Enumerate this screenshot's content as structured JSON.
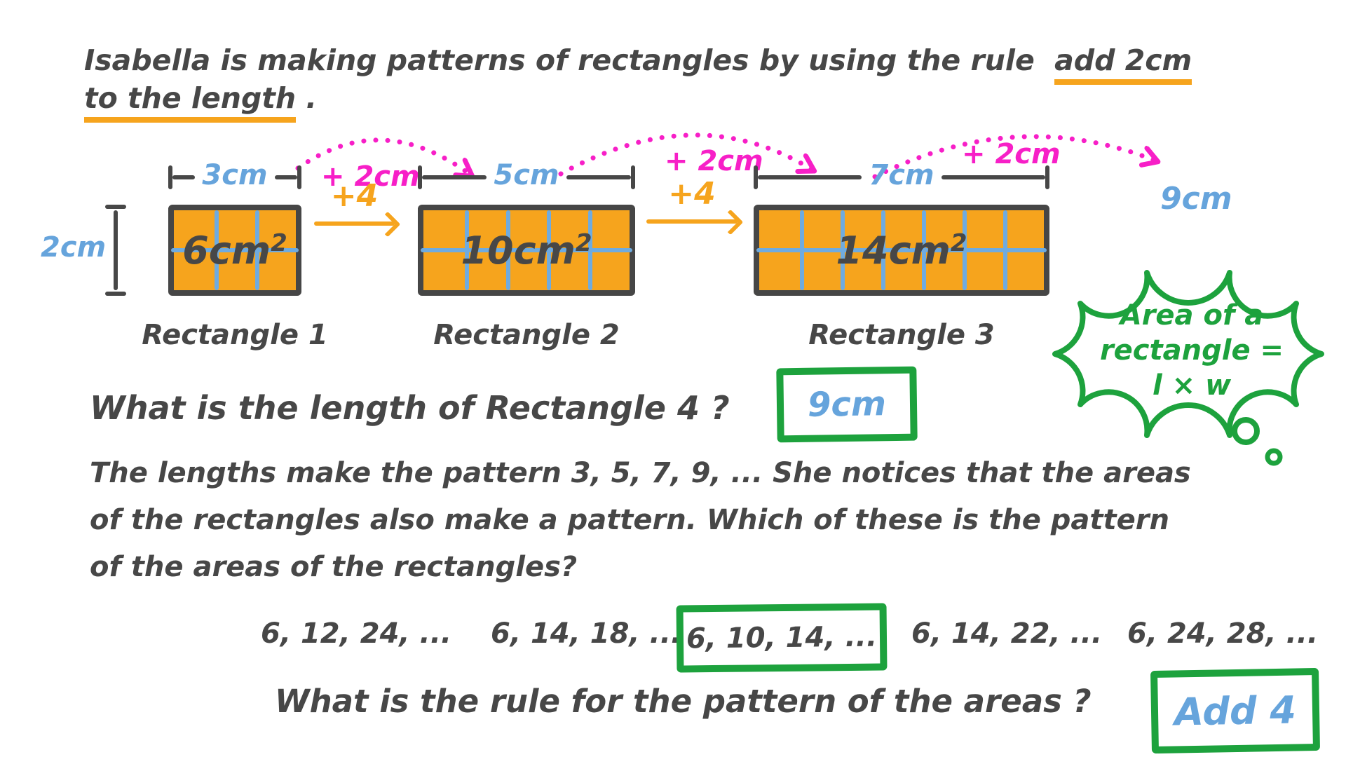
{
  "colors": {
    "ink": "#474747",
    "blue": "#66a4dc",
    "orange": "#f6a41d",
    "magenta": "#f71fc7",
    "green": "#1da23d"
  },
  "intro": {
    "line1_text": "Isabella is making patterns of rectangles by using the rule",
    "line1_underlined": "add 2cm",
    "line2_underlined": "to the length",
    "line2_period": "."
  },
  "diagram": {
    "width_label": "2cm",
    "length_arrows": [
      "+ 2cm",
      "+ 2cm",
      "+ 2cm"
    ],
    "area_arrows": [
      "+4",
      "+4"
    ],
    "next_length_label": "9cm",
    "rectangles": [
      {
        "name": "Rectangle 1",
        "length_label": "3cm",
        "area_value": "6cm",
        "area_exponent": "2"
      },
      {
        "name": "Rectangle 2",
        "length_label": "5cm",
        "area_value": "10cm",
        "area_exponent": "2"
      },
      {
        "name": "Rectangle 3",
        "length_label": "7cm",
        "area_value": "14cm",
        "area_exponent": "2"
      }
    ],
    "thought_bubble": {
      "line1": "Area of a",
      "line2": "rectangle =",
      "line3": "l × w"
    }
  },
  "question1": {
    "text": "What is the length of Rectangle 4 ?",
    "answer": "9cm"
  },
  "paragraph": {
    "line1": "The lengths make the pattern 3, 5, 7, 9, ... She notices that the areas",
    "line2": "of the rectangles also make a pattern. Which of these is the pattern",
    "line3": "of the areas of the rectangles?"
  },
  "options": [
    {
      "text": "6, 12, 24, ...",
      "selected": false
    },
    {
      "text": "6, 14, 18, ...",
      "selected": false
    },
    {
      "text": "6, 10, 14, ...",
      "selected": true
    },
    {
      "text": "6, 14, 22, ...",
      "selected": false
    },
    {
      "text": "6, 24, 28, ...",
      "selected": false
    }
  ],
  "question2": {
    "text": "What is the rule for the pattern of the areas ?",
    "answer": "Add 4"
  }
}
